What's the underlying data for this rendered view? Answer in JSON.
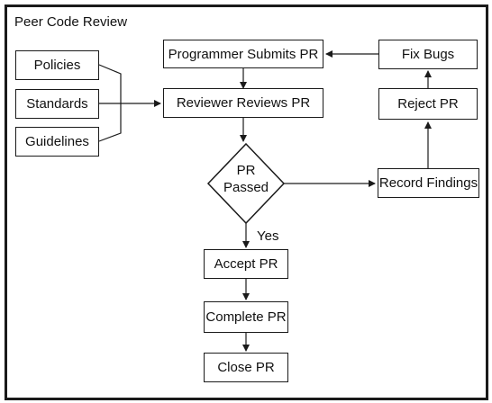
{
  "diagram": {
    "title": "Peer Code Review",
    "inputs": {
      "policies": "Policies",
      "standards": "Standards",
      "guidelines": "Guidelines"
    },
    "steps": {
      "submit": "Programmer Submits PR",
      "review": "Reviewer Reviews PR",
      "decision_line1": "PR",
      "decision_line2": "Passed",
      "accept": "Accept PR",
      "complete": "Complete PR",
      "close": "Close PR",
      "record": "Record Findings",
      "reject": "Reject PR",
      "fix": "Fix Bugs"
    },
    "edge_labels": {
      "yes": "Yes"
    }
  }
}
